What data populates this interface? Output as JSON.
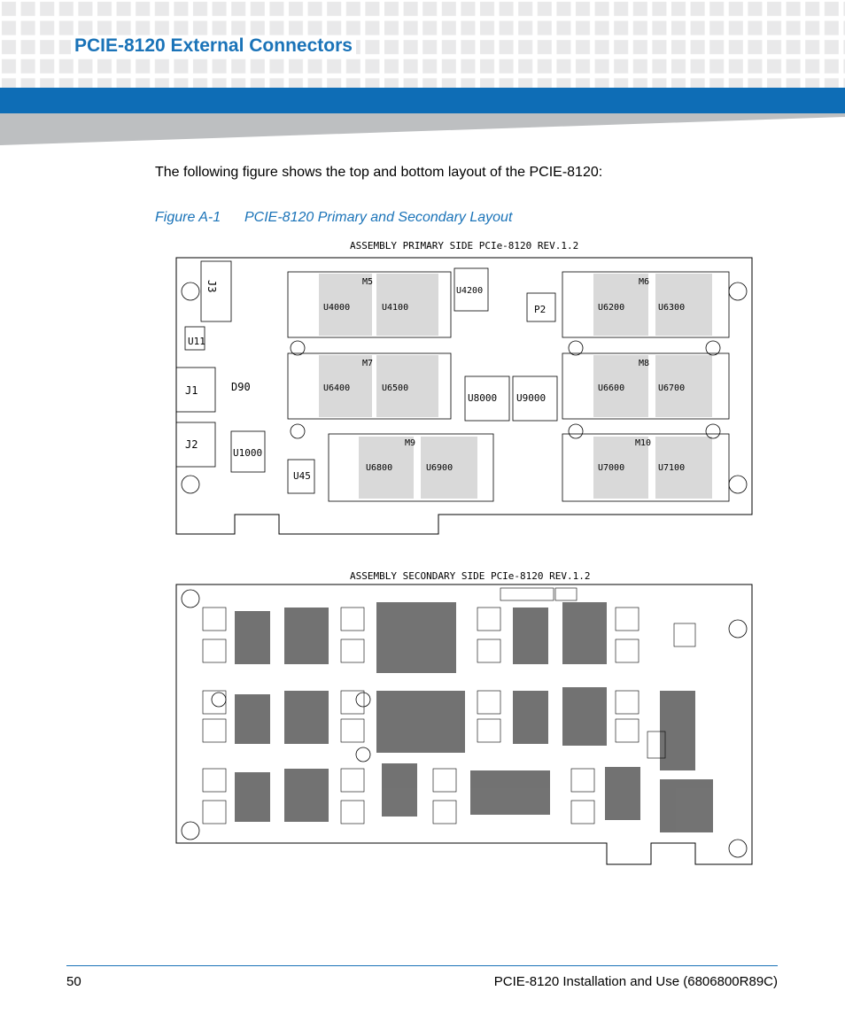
{
  "header": {
    "title": "PCIE-8120 External Connectors"
  },
  "intro_text": "The following figure shows the top and bottom layout of the PCIE-8120:",
  "figure": {
    "number": "Figure A-1",
    "caption": "PCIE-8120 Primary and Secondary Layout",
    "primary_label": "ASSEMBLY PRIMARY SIDE PCIe-8120 REV.1.2",
    "secondary_label": "ASSEMBLY SECONDARY SIDE  PCIe-8120 REV.1.2",
    "primary_components": {
      "J3": "J3",
      "U11": "U11",
      "J1": "J1",
      "J2": "J2",
      "D90": "D90",
      "U1000": "U1000",
      "U45": "U45",
      "P2": "P2",
      "U4200": "U4200",
      "U8000": "U8000",
      "U9000": "U9000",
      "M5": "M5",
      "M6": "M6",
      "M7": "M7",
      "M8": "M8",
      "M9": "M9",
      "M10": "M10",
      "U4000": "U4000",
      "U4100": "U4100",
      "U6200": "U6200",
      "U6300": "U6300",
      "U6400": "U6400",
      "U6500": "U6500",
      "U6600": "U6600",
      "U6700": "U6700",
      "U6800": "U6800",
      "U6900": "U6900",
      "U7000": "U7000",
      "U7100": "U7100"
    }
  },
  "footer": {
    "page_number": "50",
    "doc_title": "PCIE-8120 Installation and Use (6806800R89C)"
  }
}
